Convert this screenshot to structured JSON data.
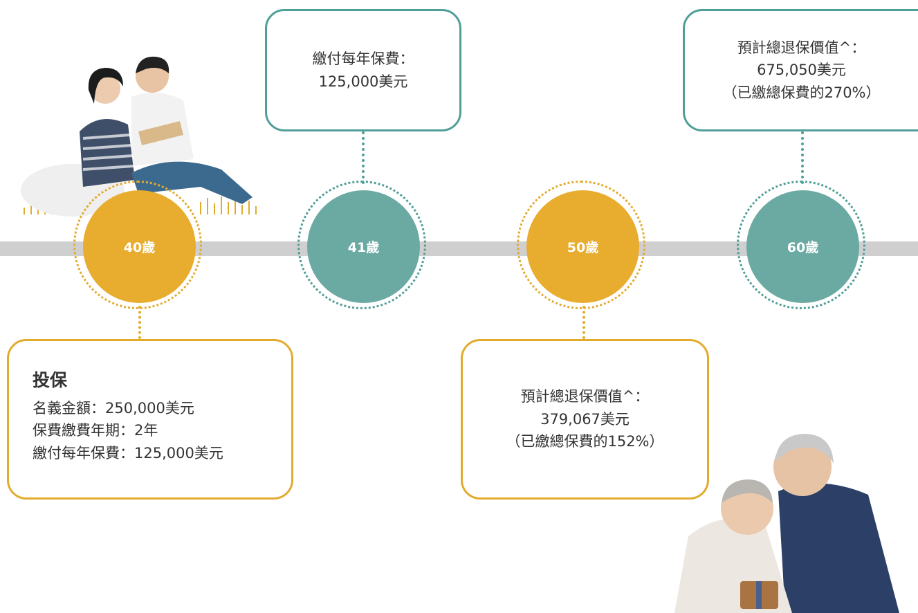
{
  "milestones": [
    {
      "age_label": "40歲",
      "color": "#e8ac2e"
    },
    {
      "age_label": "41歲",
      "color": "#6aaaa2"
    },
    {
      "age_label": "50歲",
      "color": "#e8ac2e"
    },
    {
      "age_label": "60歲",
      "color": "#6aaaa2"
    }
  ],
  "box_40": {
    "title": "投保",
    "line1": "名義金額：250,000美元",
    "line2": "保費繳費年期：2年",
    "line3": "繳付每年保費：125,000美元"
  },
  "box_41": {
    "line1": "繳付每年保費：",
    "line2": "125,000美元"
  },
  "box_50": {
    "line1": "預計總退保價值^：",
    "line2": "379,067美元",
    "line3": "（已繳總保費的152%）"
  },
  "box_60": {
    "line1": "預計總退保價值^：",
    "line2": "675,050美元",
    "line3": "（已繳總保費的270%）"
  },
  "colors": {
    "gold": "#e8ac2e",
    "teal": "#6aaaa2",
    "timeline": "#cfcfcf"
  }
}
